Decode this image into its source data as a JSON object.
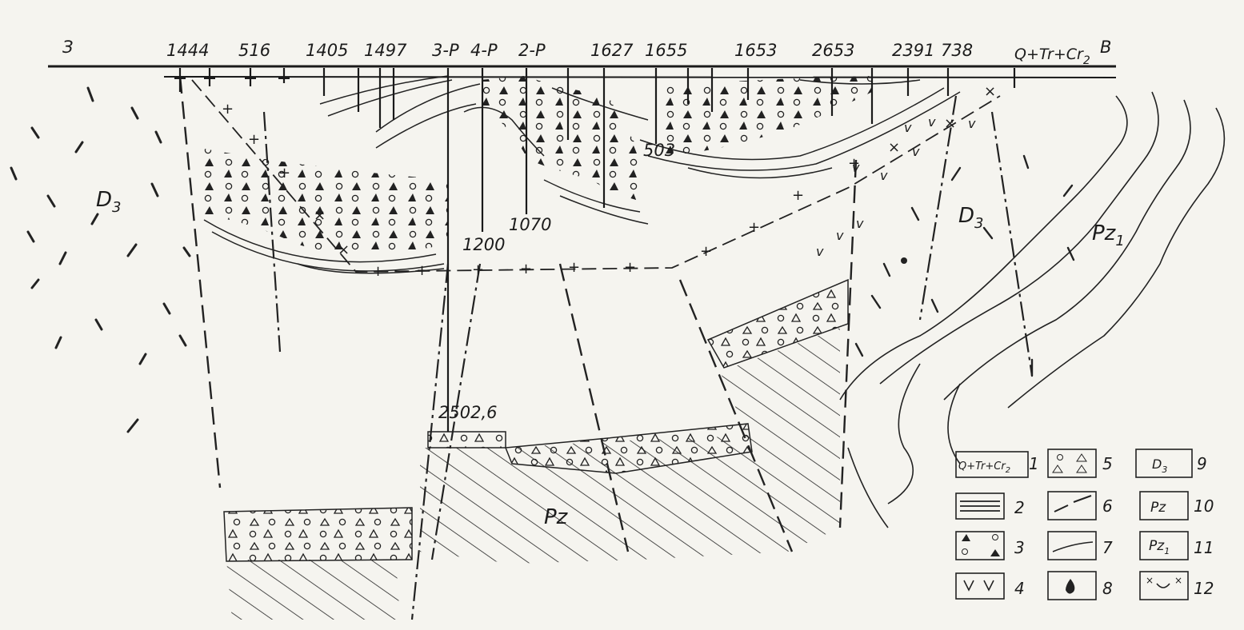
{
  "section": {
    "west_label": "З",
    "east_label": "В",
    "surface_label": "Q+Tr+Cr",
    "surface_label_sub": "2",
    "wells": [
      "1444",
      "516",
      "1405",
      "1497",
      "3-P",
      "4-P",
      "2-P",
      "1627",
      "1655",
      "1653",
      "2653",
      "2391",
      "738"
    ]
  },
  "geology_labels": {
    "d3_west": "D",
    "d3_west_sub": "3",
    "d3_east": "D",
    "d3_east_sub": "3",
    "pz": "Pz",
    "pz1": "Pz",
    "pz1_sub": "1"
  },
  "depths": {
    "d1200": "1200",
    "d1070": "1070",
    "d503": "503",
    "d2502": "2502,6"
  },
  "legend": {
    "items": [
      {
        "num": "1",
        "text": "Q+Tr+Cr",
        "sub": "2",
        "pattern": "text"
      },
      {
        "num": "2",
        "pattern": "lines"
      },
      {
        "num": "3",
        "pattern": "filled-triangles"
      },
      {
        "num": "4",
        "pattern": "v-marks"
      },
      {
        "num": "5",
        "pattern": "circles-triangles"
      },
      {
        "num": "6",
        "pattern": "contact-line"
      },
      {
        "num": "7",
        "pattern": "bedding-line"
      },
      {
        "num": "8",
        "pattern": "drop"
      },
      {
        "num": "9",
        "text": "D",
        "sub": "3",
        "pattern": "text"
      },
      {
        "num": "10",
        "text": "Pz",
        "pattern": "text"
      },
      {
        "num": "11",
        "text": "Pz",
        "sub": "1",
        "pattern": "text"
      },
      {
        "num": "12",
        "pattern": "cross-marks"
      }
    ]
  }
}
